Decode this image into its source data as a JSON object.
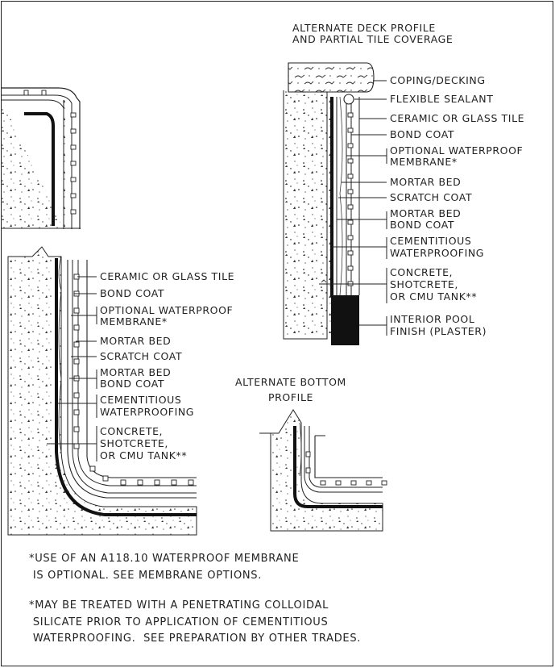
{
  "titles": {
    "deck_profile": [
      "ALTERNATE DECK PROFILE",
      "AND PARTIAL TILE COVERAGE"
    ],
    "bottom_profile": [
      "ALTERNATE BOTTOM",
      "PROFILE"
    ]
  },
  "left_labels": [
    [
      "CERAMIC OR GLASS TILE"
    ],
    [
      "BOND COAT"
    ],
    [
      "OPTIONAL WATERPROOF",
      "MEMBRANE*"
    ],
    [
      "MORTAR BED"
    ],
    [
      "SCRATCH COAT"
    ],
    [
      "MORTAR BED",
      "BOND COAT"
    ],
    [
      "CEMENTITIOUS",
      "WATERPROOFING"
    ],
    [
      "CONCRETE,",
      "SHOTCRETE,",
      "OR CMU TANK**"
    ]
  ],
  "right_labels": [
    [
      "COPING/DECKING"
    ],
    [
      "FLEXIBLE SEALANT"
    ],
    [
      "CERAMIC OR GLASS TILE"
    ],
    [
      "BOND COAT"
    ],
    [
      "OPTIONAL WATERPROOF",
      "MEMBRANE*"
    ],
    [
      "MORTAR BED"
    ],
    [
      "SCRATCH COAT"
    ],
    [
      "MORTAR BED",
      "BOND COAT"
    ],
    [
      "CEMENTITIOUS",
      "WATERPROOFING"
    ],
    [
      "CONCRETE,",
      "SHOTCRETE,",
      "OR CMU TANK**"
    ],
    [
      "INTERIOR POOL",
      "FINISH (PLASTER)"
    ]
  ],
  "notes": [
    [
      "*USE OF AN A118.10 WATERPROOF MEMBRANE",
      " IS OPTIONAL. SEE MEMBRANE OPTIONS."
    ],
    [
      "*MAY BE TREATED WITH A PENETRATING COLLOIDAL",
      " SILICATE PRIOR TO APPLICATION OF CEMENTITIOUS",
      " WATERPROOFING.  SEE PREPARATION BY OTHER TRADES."
    ]
  ]
}
